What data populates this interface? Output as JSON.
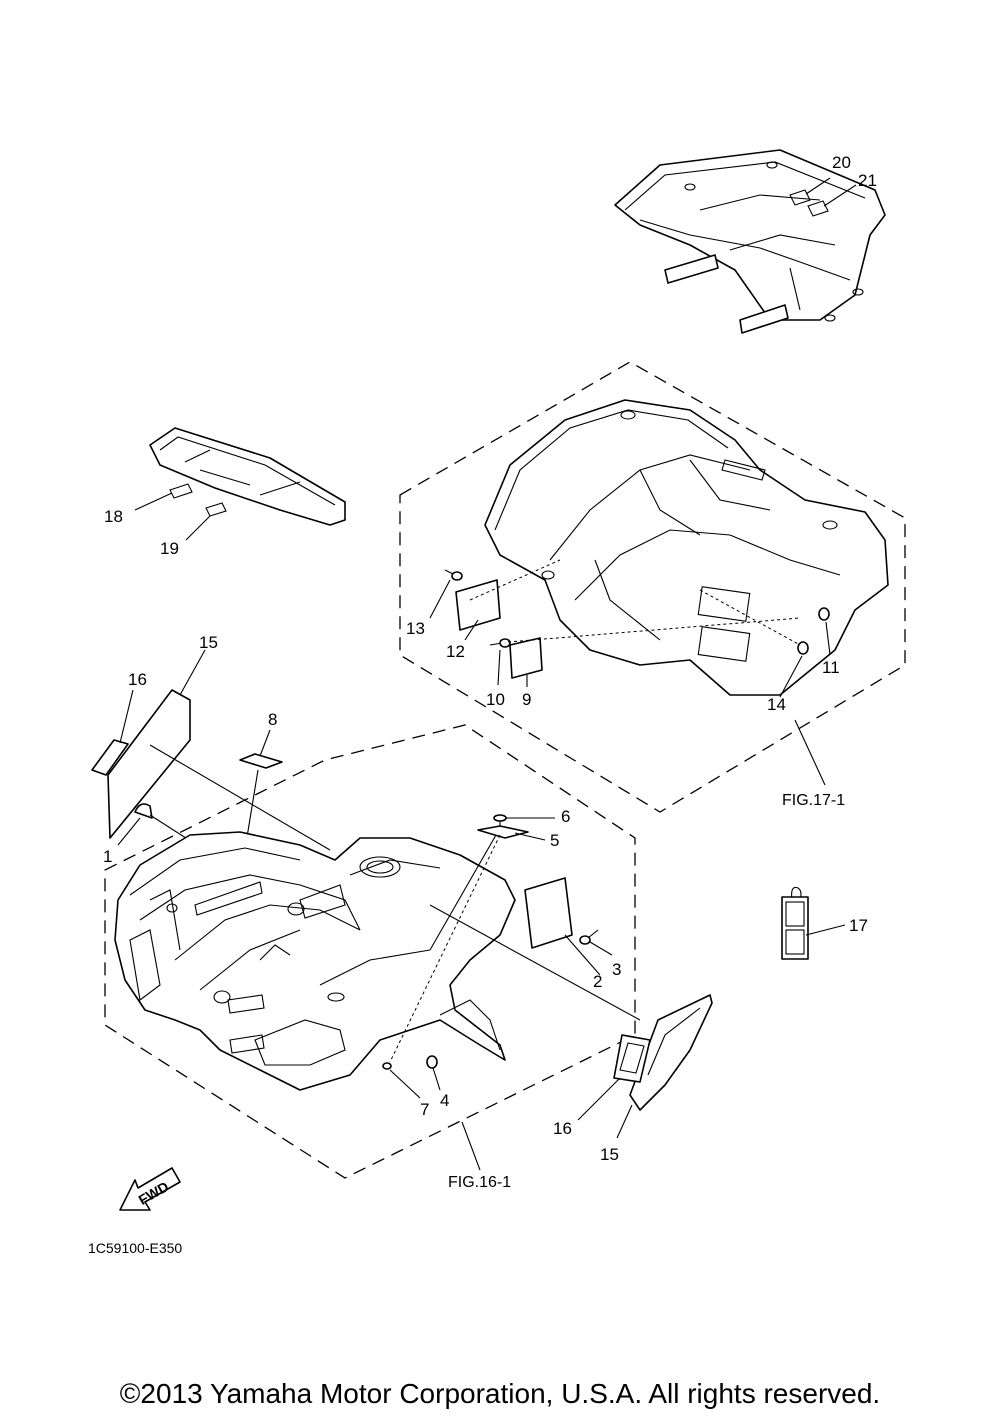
{
  "part_labels": {
    "p1": "1",
    "p2": "2",
    "p3": "3",
    "p4": "4",
    "p5": "5",
    "p6": "6",
    "p7": "7",
    "p8": "8",
    "p9": "9",
    "p10": "10",
    "p11": "11",
    "p12": "12",
    "p13": "13",
    "p14": "14",
    "p15a": "15",
    "p15b": "15",
    "p16a": "16",
    "p16b": "16",
    "p17": "17",
    "p18": "18",
    "p19": "19",
    "p20": "20",
    "p21": "21"
  },
  "figure_refs": {
    "rear": "FIG.17-1",
    "front": "FIG.16-1"
  },
  "fwd_label": "FWD",
  "diagram_code": "1C59100-E350",
  "copyright": "©2013 Yamaha Motor Corporation, U.S.A. All rights reserved."
}
